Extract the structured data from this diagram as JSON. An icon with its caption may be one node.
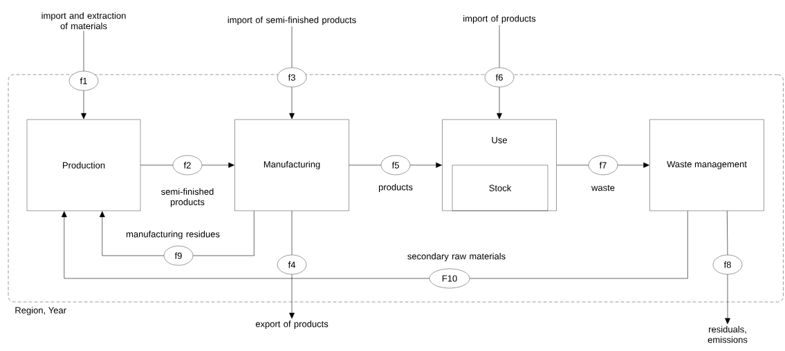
{
  "diagram": {
    "nodes": [
      {
        "text": [
          "Region, Year"
        ]
      },
      {
        "text": [
          "import and extraction of materials"
        ]
      },
      {
        "text": [
          "import of semi-finished products"
        ]
      },
      {
        "text": [
          "import of products"
        ]
      },
      {
        "text": [
          "f1"
        ]
      },
      {
        "text": [
          "f3"
        ]
      },
      {
        "text": [
          "f6"
        ]
      },
      {
        "text": [
          "Production"
        ],
        "in": 0
      },
      {
        "text": [
          "f2"
        ],
        "in": 0,
        "beside": [
          "semi-finished products"
        ]
      },
      {
        "text": [
          "Manufacturing"
        ],
        "in": 0
      },
      {
        "text": [
          "f5"
        ],
        "in": 0,
        "beside": [
          "products"
        ]
      },
      {
        "text": [
          "Use"
        ],
        "in": 0
      },
      {
        "text": [
          "Stock"
        ],
        "in": 11
      },
      {
        "text": [
          "f7"
        ],
        "in": 0,
        "beside": [
          "waste"
        ]
      },
      {
        "text": [
          "Waste management"
        ],
        "in": 0
      },
      {
        "text": [
          "f9"
        ],
        "in": 0,
        "beside": [
          "manufacturing residues"
        ]
      },
      {
        "text": [
          "f4"
        ],
        "in": 0
      },
      {
        "text": [
          "F10"
        ],
        "in": 0,
        "beside": [
          "secondary raw materials"
        ]
      },
      {
        "text": [
          "f8"
        ],
        "in": 0
      },
      {
        "text": [
          "export of products"
        ]
      },
      {
        "text": [
          "residuals, emissions"
        ]
      }
    ],
    "edges": [
      {
        "from": 1,
        "to": 4,
        "arrow": "none"
      },
      {
        "from": 4,
        "to": 7,
        "arrow": "to"
      },
      {
        "from": 2,
        "to": 5,
        "arrow": "none"
      },
      {
        "from": 5,
        "to": 9,
        "arrow": "to"
      },
      {
        "from": 3,
        "to": 6,
        "arrow": "none"
      },
      {
        "from": 6,
        "to": 11,
        "arrow": "to"
      },
      {
        "from": 7,
        "to": 8,
        "arrow": "none"
      },
      {
        "from": 8,
        "to": 9,
        "arrow": "to"
      },
      {
        "from": 9,
        "to": 10,
        "arrow": "none"
      },
      {
        "from": 10,
        "to": 11,
        "arrow": "to"
      },
      {
        "from": 11,
        "to": 13,
        "arrow": "none"
      },
      {
        "from": 13,
        "to": 14,
        "arrow": "to"
      },
      {
        "from": 9,
        "to": 15,
        "arrow": "none"
      },
      {
        "from": 15,
        "to": 7,
        "arrow": "to"
      },
      {
        "from": 9,
        "to": 16,
        "arrow": "none"
      },
      {
        "from": 16,
        "to": 19,
        "arrow": "to"
      },
      {
        "from": 14,
        "to": 17,
        "arrow": "none"
      },
      {
        "from": 17,
        "to": 7,
        "arrow": "to"
      },
      {
        "from": 14,
        "to": 18,
        "arrow": "none"
      },
      {
        "from": 18,
        "to": 20,
        "arrow": "to"
      }
    ]
  }
}
